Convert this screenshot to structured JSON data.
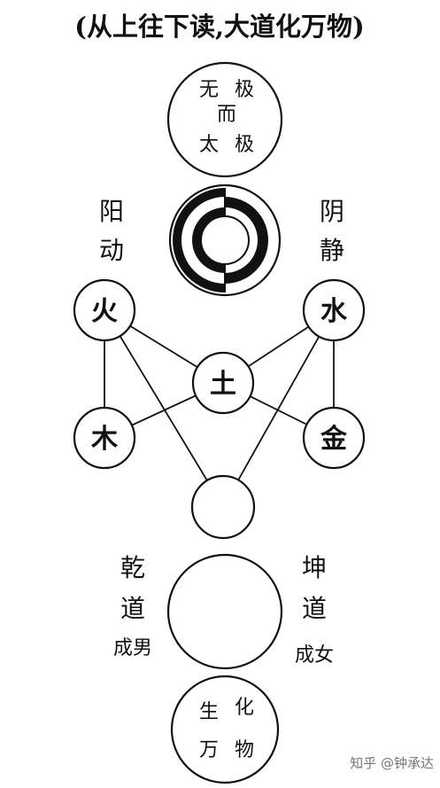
{
  "title": "(从上往下读,大道化万物)",
  "wuji": [
    "无",
    "极",
    "而",
    "太",
    "极"
  ],
  "yang_dong": [
    "阳",
    "动"
  ],
  "yin_jing": [
    "阴",
    "静"
  ],
  "elements": {
    "fire": "火",
    "water": "水",
    "earth": "土",
    "wood": "木",
    "metal": "金"
  },
  "qian_dao": [
    "乾",
    "道"
  ],
  "cheng_nan": "成男",
  "kun_dao": [
    "坤",
    "道"
  ],
  "cheng_nv": "成女",
  "bottom": [
    "生",
    "化",
    "万",
    "物"
  ],
  "watermark": "知乎 @钟承达"
}
